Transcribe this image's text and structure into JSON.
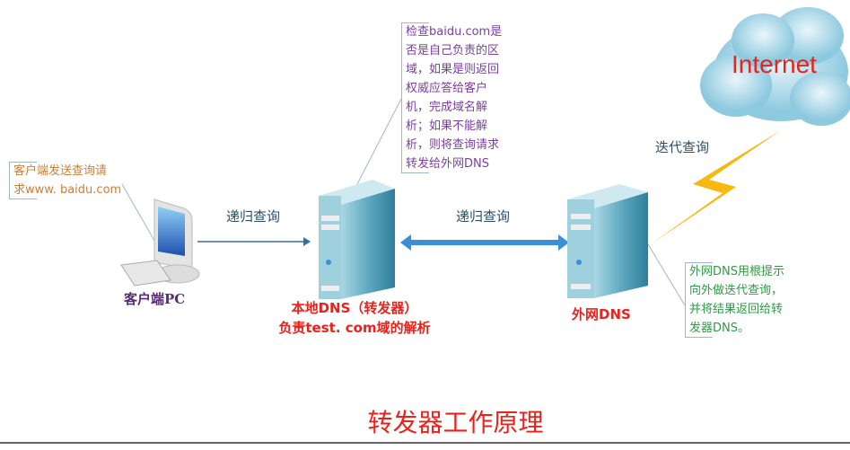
{
  "title": "转发器工作原理",
  "cloud_label": "Internet",
  "client": {
    "label": "客户端PC",
    "note": [
      "客户端发送查询请",
      "求www. baidu.com"
    ]
  },
  "local_dns": {
    "label_line1": "本地DNS（转发器）",
    "label_line2": "负责test. com域的解析",
    "note": [
      "检查baidu.com是",
      "否是自己负责的区",
      "域，如果是则返回",
      "权威应答给客户",
      "机，完成域名解",
      "析；如果不能解",
      "析，则将查询请求",
      "转发给外网DNS"
    ]
  },
  "external_dns": {
    "label": "外网DNS",
    "note": [
      "外网DNS用根提示",
      "向外做迭代查询，",
      "并将结果返回给转",
      "发器DNS。"
    ]
  },
  "edges": {
    "client_to_local": "递归查询",
    "local_to_external": "递归查询",
    "external_to_internet": "迭代查询"
  },
  "colors": {
    "accent_red": "#e8231c",
    "arrow_blue": "#3a8fd6",
    "lightning": "#f7b90f"
  }
}
